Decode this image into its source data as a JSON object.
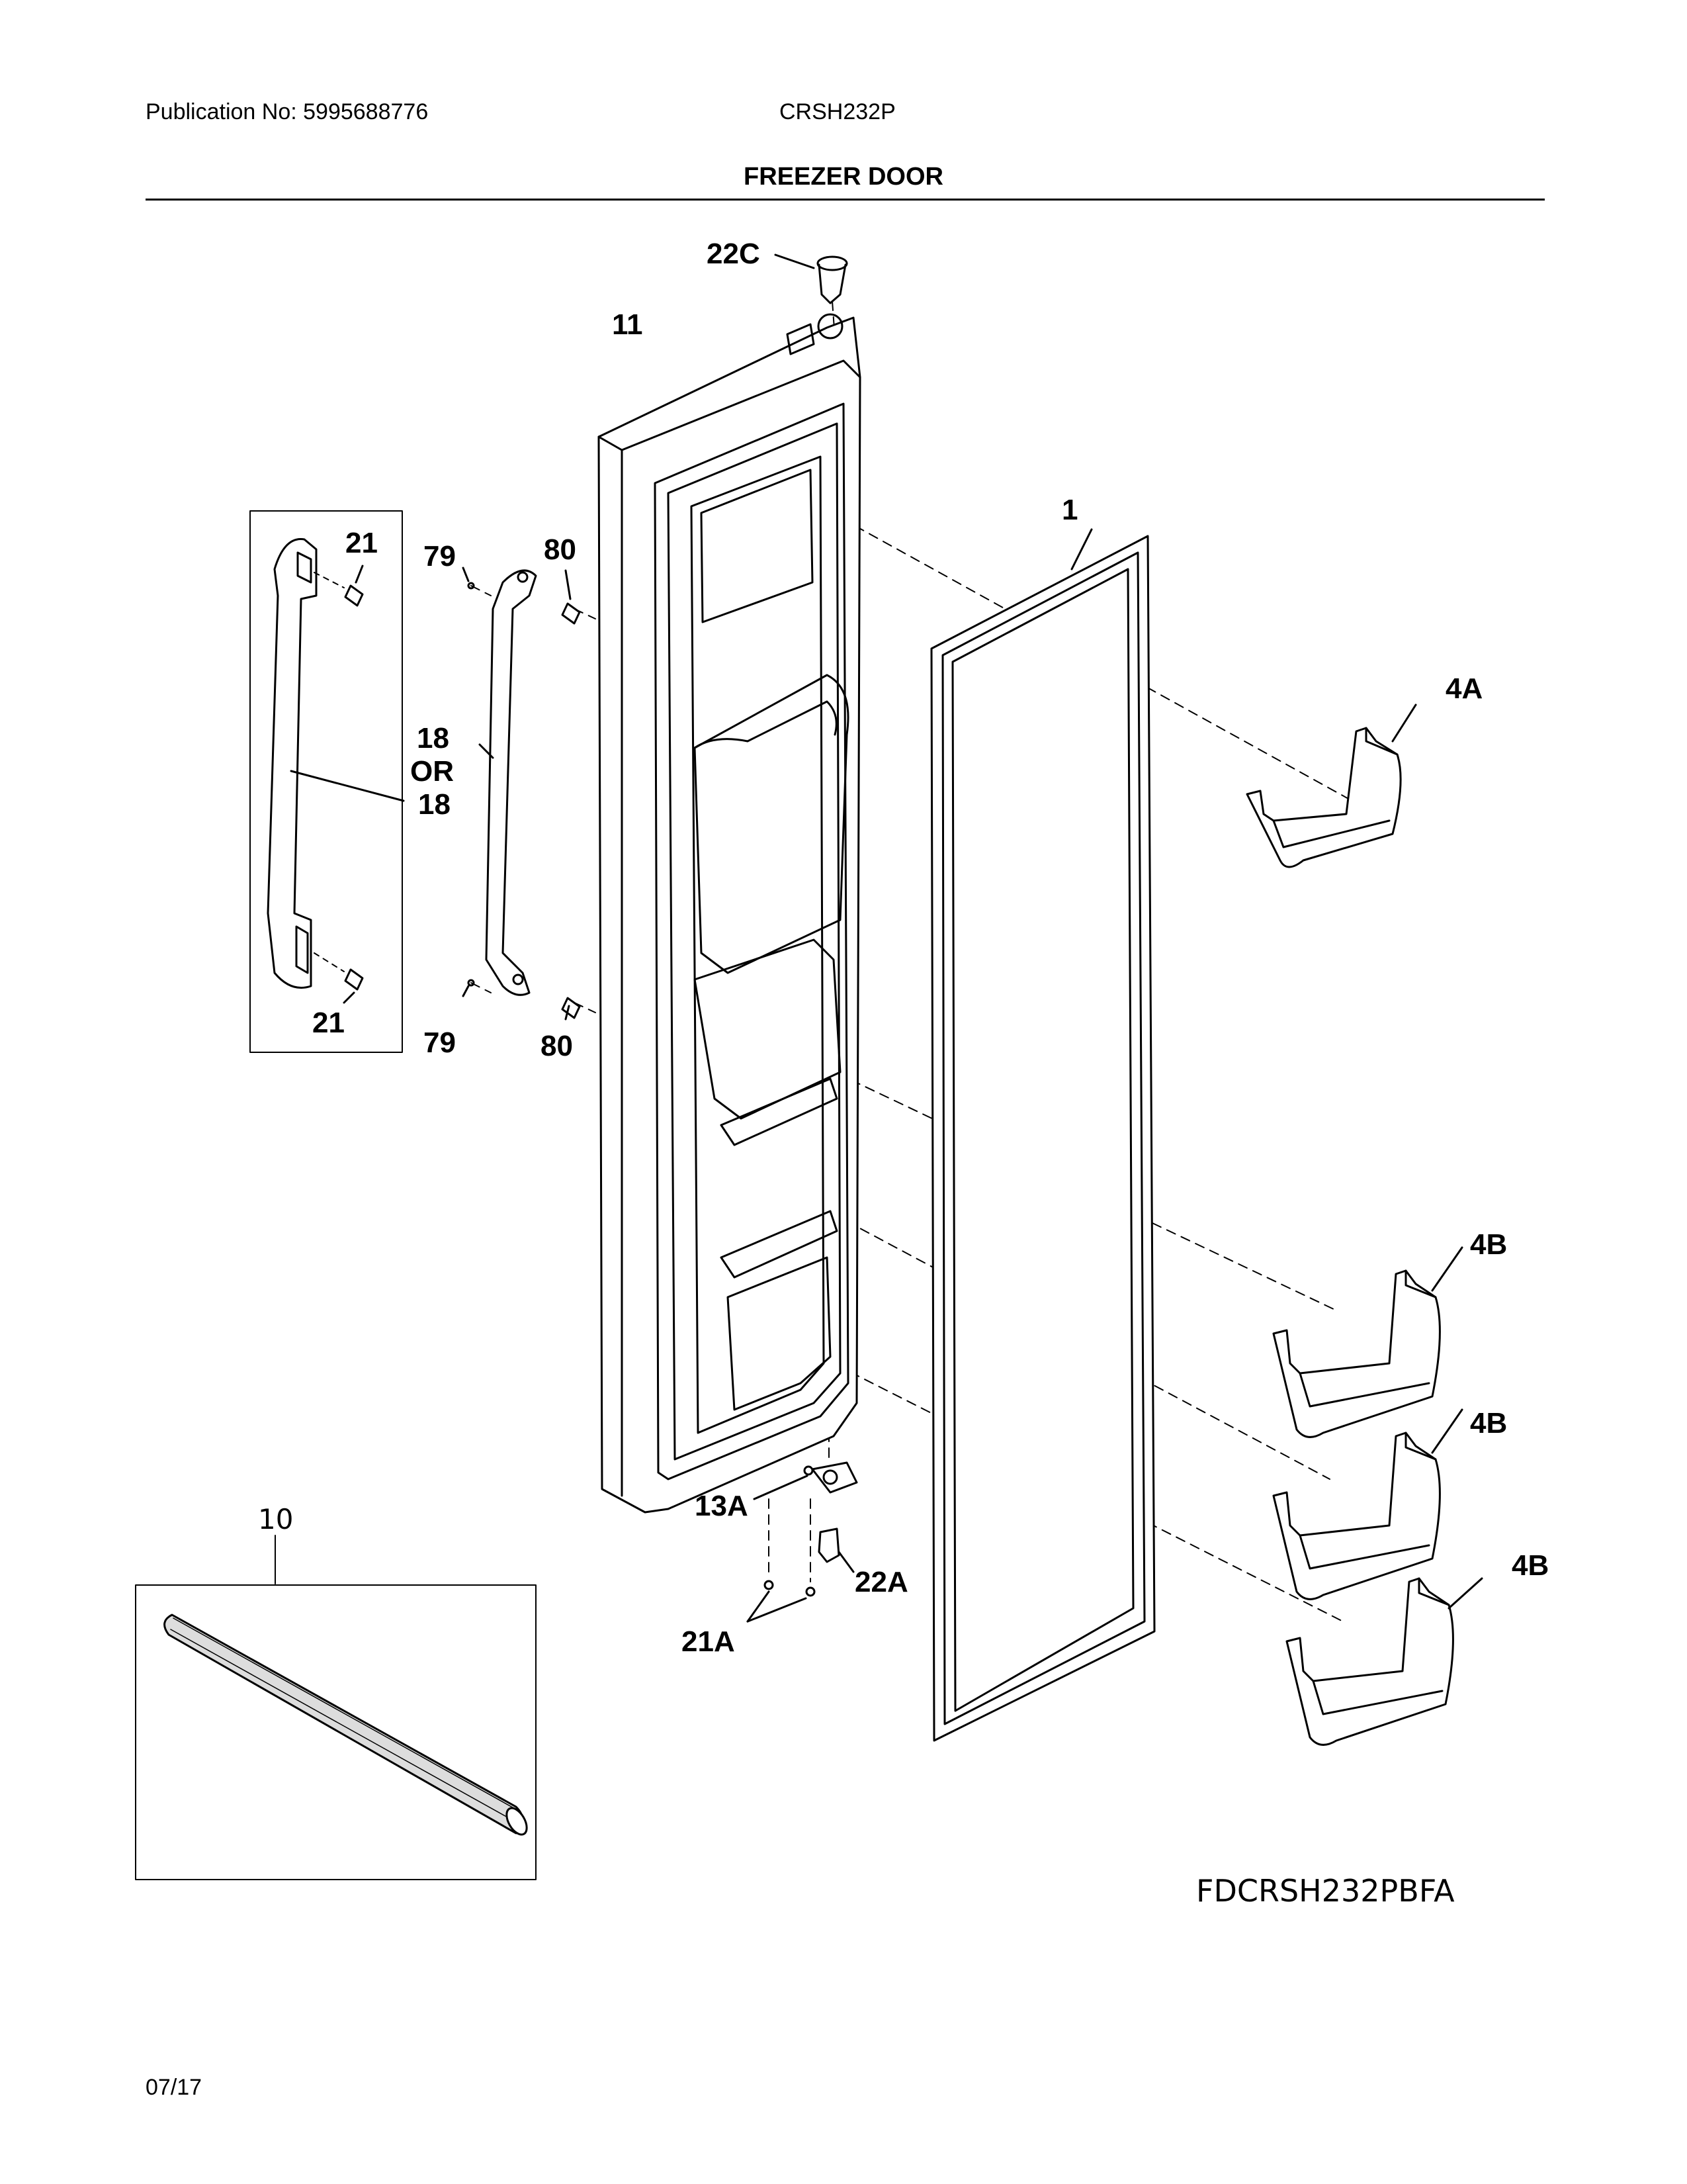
{
  "header": {
    "publication": "Publication No: 5995688776",
    "model": "CRSH232P",
    "title": "FREEZER DOOR"
  },
  "footer": {
    "date": "07/17",
    "drawing_code": "FDCRSH232PBFA"
  },
  "callouts": {
    "door_stop": "22C",
    "door_panel": "11",
    "gasket": "1",
    "bin_upper": "4A",
    "bin_lower_1": "4B",
    "bin_lower_2": "4B",
    "bin_lower_3": "4B",
    "handle_screw_top": "21",
    "handle_screw_bottom": "21",
    "plug_top": "79",
    "plug_bottom": "79",
    "stud_top": "80",
    "stud_bottom": "80",
    "handle_18a": "18",
    "handle_or": "OR",
    "handle_18b": "18",
    "hinge_bracket": "13A",
    "hinge_pin": "22A",
    "hinge_screws": "21A",
    "tube": "10"
  }
}
